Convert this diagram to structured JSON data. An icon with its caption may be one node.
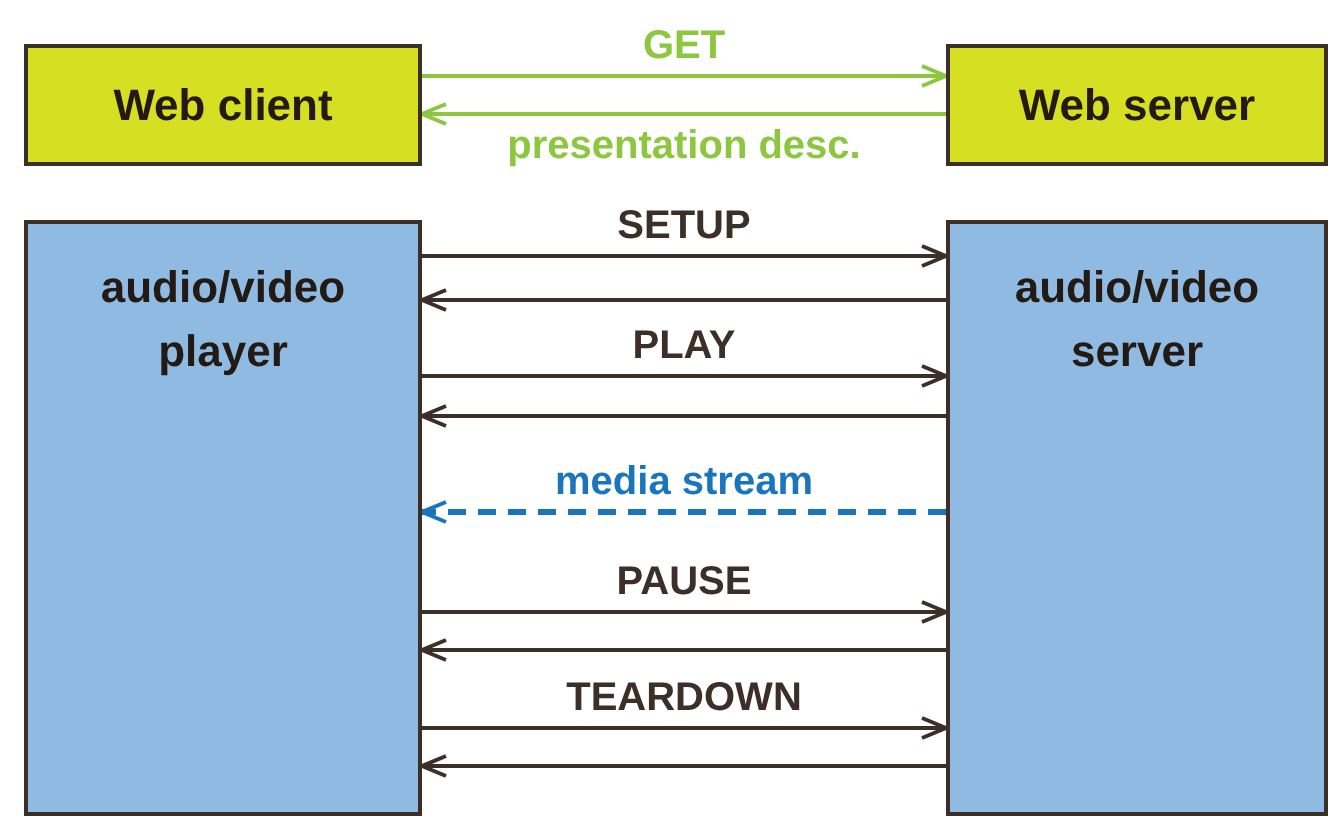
{
  "diagram": {
    "nodes": [
      {
        "text": [
          "Web client"
        ]
      },
      {
        "text": [
          "Web server"
        ]
      },
      {
        "text": [
          "audio/video player"
        ]
      },
      {
        "text": [
          "audio/video server"
        ]
      }
    ],
    "edges": [
      {
        "from": 0,
        "to": 1,
        "arrow": "to",
        "label": "GET",
        "color": "#8dc63f"
      },
      {
        "from": 1,
        "to": 0,
        "arrow": "to",
        "label": "presentation desc.",
        "color": "#8dc63f"
      },
      {
        "from": 2,
        "to": 3,
        "arrow": "to",
        "label": "SETUP"
      },
      {
        "from": 3,
        "to": 2,
        "arrow": "to"
      },
      {
        "from": 2,
        "to": 3,
        "arrow": "to",
        "label": "PLAY"
      },
      {
        "from": 3,
        "to": 2,
        "arrow": "to"
      },
      {
        "from": 3,
        "to": 2,
        "arrow": "to",
        "label": "media stream",
        "style": "dashed",
        "color": "#1b75bc"
      },
      {
        "from": 2,
        "to": 3,
        "arrow": "to",
        "label": "PAUSE"
      },
      {
        "from": 3,
        "to": 2,
        "arrow": "to"
      },
      {
        "from": 2,
        "to": 3,
        "arrow": "to",
        "label": "TEARDOWN"
      },
      {
        "from": 3,
        "to": 2,
        "arrow": "to"
      }
    ]
  }
}
